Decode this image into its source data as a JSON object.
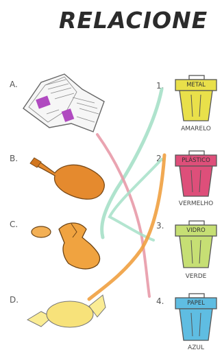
{
  "title": "RELACIONE",
  "items": [
    {
      "letter": "A.",
      "icon": "newspaper-icon"
    },
    {
      "letter": "B.",
      "icon": "bottle-icon"
    },
    {
      "letter": "C.",
      "icon": "can-icon"
    },
    {
      "letter": "D.",
      "icon": "candy-wrapper-icon"
    }
  ],
  "bins": [
    {
      "number": "1.",
      "lid_label": "METAL",
      "color_name": "AMARELO",
      "color": "#e9e04a"
    },
    {
      "number": "2.",
      "lid_label": "PLÁSTICO",
      "color_name": "VERMELHO",
      "color": "#de4f7a"
    },
    {
      "number": "3.",
      "lid_label": "VIDRO",
      "color_name": "VERDE",
      "color": "#c6df74"
    },
    {
      "number": "4.",
      "lid_label": "PAPEL",
      "color_name": "AZUL",
      "color": "#5fbde2"
    }
  ],
  "colors": {
    "line_green": "#a6e0c8",
    "line_red": "#e89aa8",
    "line_orange": "#f0a040",
    "bottle": "#e58a2e",
    "can": "#f0a340",
    "candy": "#f7e27a",
    "newspaper_accent": "#b04ac0"
  }
}
